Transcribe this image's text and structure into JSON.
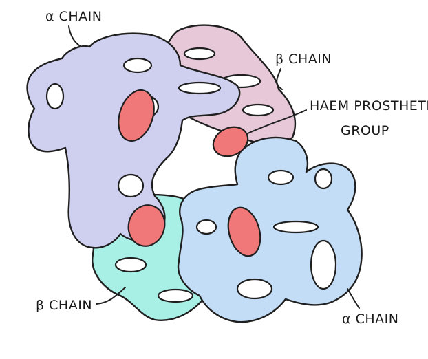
{
  "labels": {
    "alpha_chain_top": "α CHAIN",
    "beta_chain_top": "β CHAIN",
    "haem_line1": "HAEM PROSTHETIC",
    "haem_line2": "GROUP",
    "beta_chain_bottom": "β CHAIN",
    "alpha_chain_bottom": "α CHAIN"
  },
  "colors": {
    "alpha_chain_top": "#cfcff0",
    "beta_chain_top": "#e6c8d8",
    "beta_chain_bottom": "#a8f0e6",
    "alpha_chain_bottom": "#c4ddf6",
    "haem": "#f07878",
    "outline": "#1f1f1f"
  }
}
